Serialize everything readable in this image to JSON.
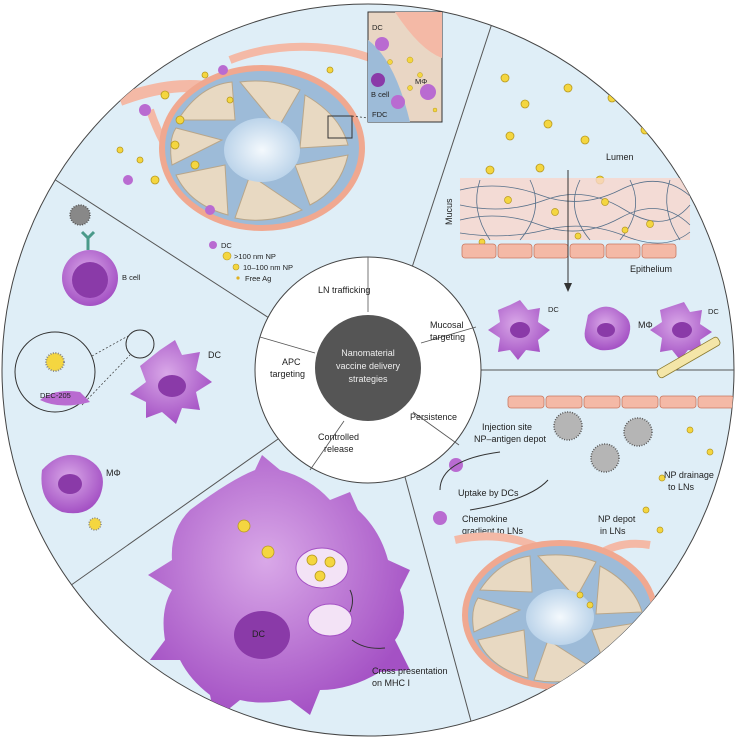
{
  "center": {
    "lines": [
      "Nanomaterial",
      "vaccine delivery",
      "strategies"
    ]
  },
  "ring": {
    "ln_trafficking": "LN trafficking",
    "mucosal": [
      "Mucosal",
      "targeting"
    ],
    "persistence": "Persistence",
    "controlled": [
      "Controlled",
      "release"
    ],
    "apc": [
      "APC",
      "targeting"
    ]
  },
  "ln_panel": {
    "inset": {
      "dc": "DC",
      "b_cell": "B cell",
      "mphi": "MΦ",
      "fdc": "FDC"
    },
    "legend": {
      "dc": "DC",
      "large_np": ">100 nm NP",
      "small_np": "10–100 nm NP",
      "free_ag": "Free Ag"
    }
  },
  "mucosal_panel": {
    "lumen": "Lumen",
    "mucus": "Mucus",
    "epithelium": "Epithelium",
    "dc1": "DC",
    "mphi": "MΦ",
    "dc2": "DC"
  },
  "persistence_panel": {
    "injection": [
      "Injection site",
      "NP–antigen depot"
    ],
    "uptake": "Uptake by DCs",
    "drainage": [
      "NP drainage",
      "to LNs"
    ],
    "chemokine": [
      "Chemokine",
      "gradient to LNs"
    ],
    "depot": [
      "NP depot",
      "in LNs"
    ]
  },
  "controlled_panel": {
    "dc": "DC",
    "cross": [
      "Cross presentation",
      "on MHC I"
    ]
  },
  "apc_panel": {
    "b_cell": "B cell",
    "dc": "DC",
    "dec205": "DEC-205",
    "mphi": "MΦ"
  },
  "colors": {
    "panel_bg": "#dfeef7",
    "center_disk": "#555555",
    "cell_purple": "#b96bd1",
    "nucleus_purple": "#8a3aa8",
    "vessel_pink": "#f4b9a6",
    "node_beige": "#e8d9c2",
    "node_blue": "#9dbbd8",
    "np_yellow": "#f4d640"
  }
}
